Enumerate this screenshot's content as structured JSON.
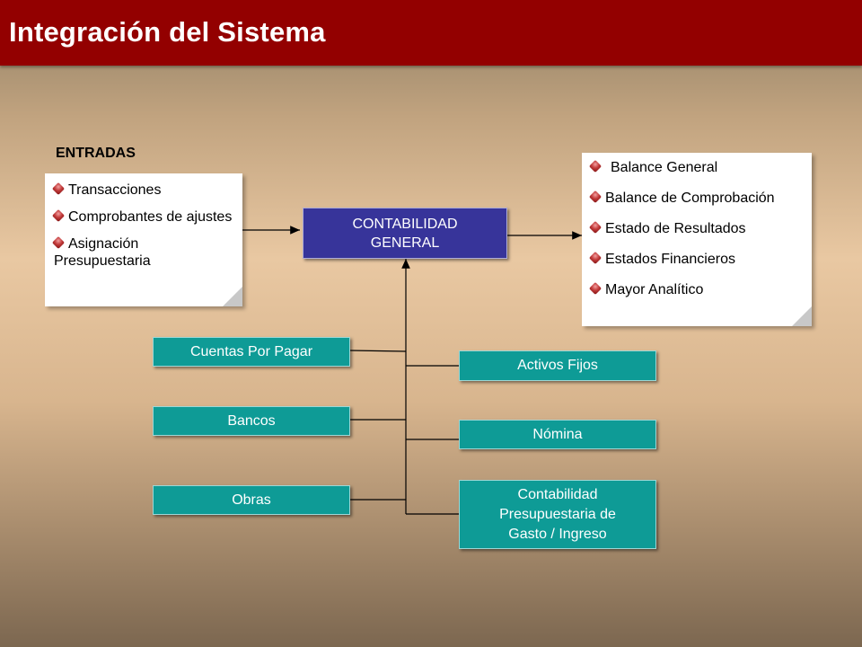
{
  "header": {
    "title": "Integración del Sistema"
  },
  "entradas": {
    "label": "ENTRADAS",
    "items": [
      "Transacciones",
      "Comprobantes de ajustes",
      "Asignación Presupuestaria"
    ]
  },
  "center": {
    "label": "CONTABILIDAD GENERAL"
  },
  "salidas": {
    "items": [
      "Balance General",
      "Balance de Comprobación",
      "Estado de Resultados",
      "Estados Financieros",
      "Mayor Analítico"
    ]
  },
  "modules_left": [
    "Cuentas Por Pagar",
    "Bancos",
    "Obras"
  ],
  "modules_right": [
    "Activos Fijos",
    "Nómina",
    "Contabilidad Presupuestaria de Gasto / Ingreso"
  ],
  "colors": {
    "header": "#930000",
    "module": "#0e9b96",
    "center": "#37349a"
  }
}
